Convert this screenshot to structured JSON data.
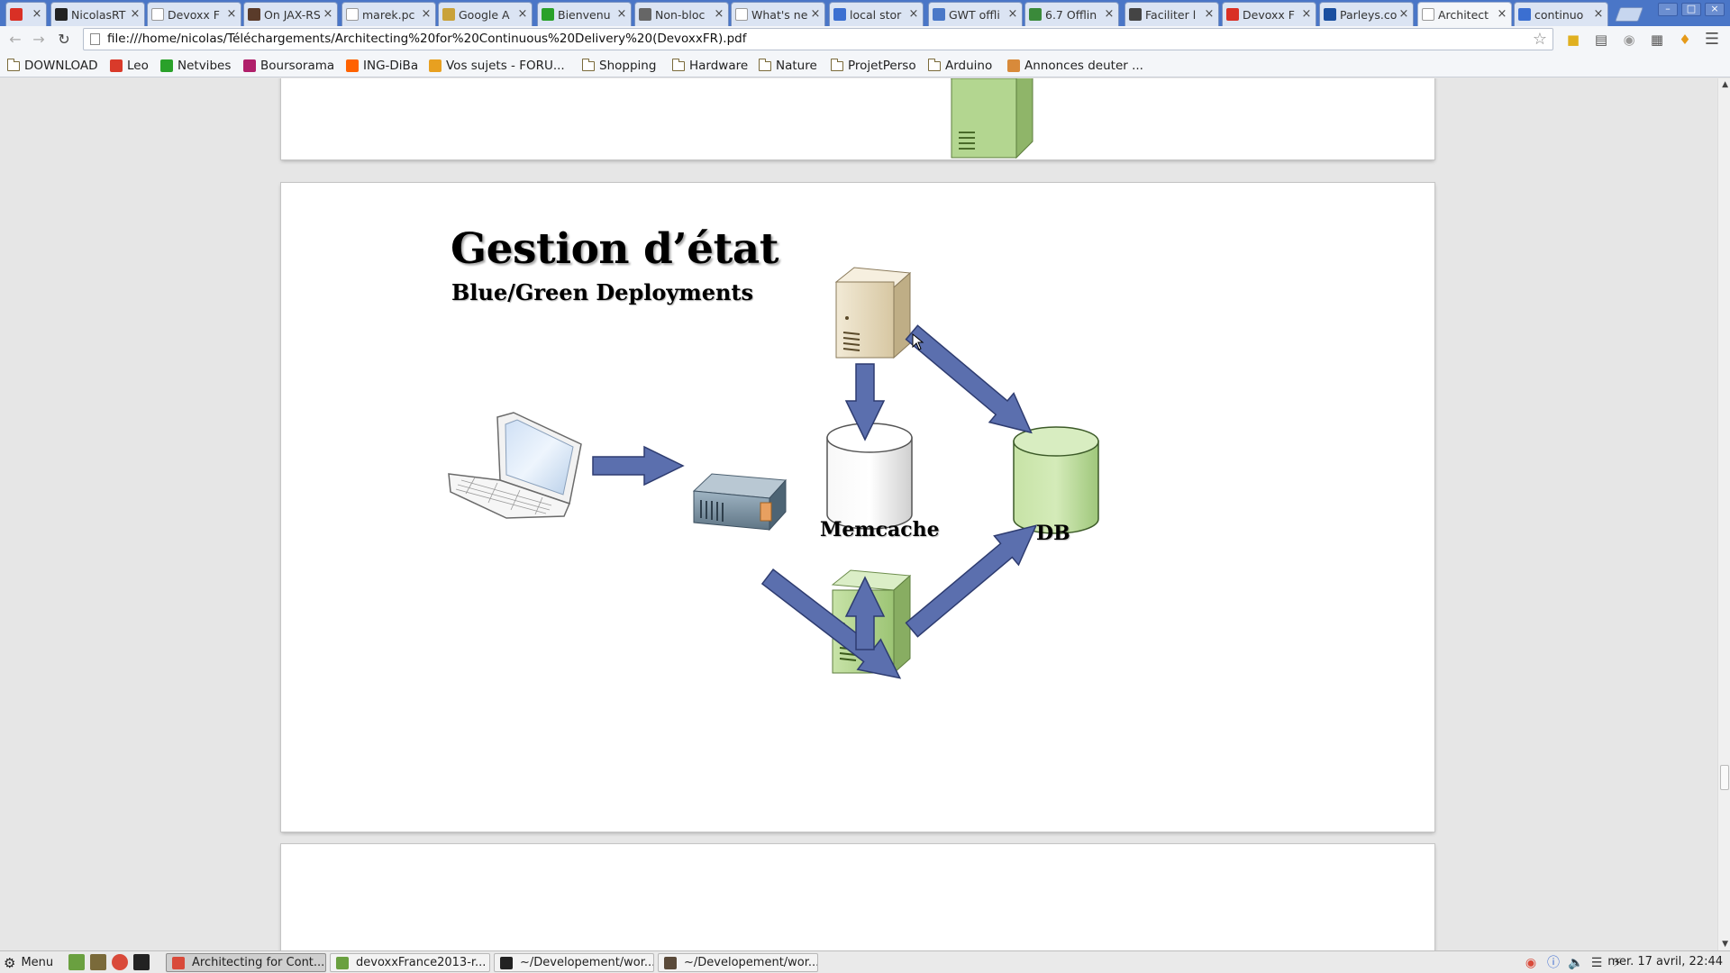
{
  "browser": {
    "tabs": [
      {
        "title": "",
        "icon": "gmail-icon",
        "color": "#d93025"
      },
      {
        "title": "NicolasRT",
        "icon": "github-icon",
        "color": "#222222"
      },
      {
        "title": "Devoxx F",
        "icon": "page-icon",
        "color": "#ffffff"
      },
      {
        "title": "On JAX-RS",
        "icon": "avatar-icon",
        "color": "#5a3b2a"
      },
      {
        "title": "marek.pc",
        "icon": "page-icon",
        "color": "#ffffff"
      },
      {
        "title": "Google A",
        "icon": "google-apps-icon",
        "color": "#c9a23a"
      },
      {
        "title": "Bienvenu",
        "icon": "netvibes-icon",
        "color": "#2aa12a"
      },
      {
        "title": "Non-bloc",
        "icon": "link-icon",
        "color": "#666666"
      },
      {
        "title": "What's ne",
        "icon": "page-icon",
        "color": "#ffffff"
      },
      {
        "title": "local stor",
        "icon": "google-icon",
        "color": "#3b6fd1"
      },
      {
        "title": "GWT offli",
        "icon": "gwt-icon",
        "color": "#4a78c8"
      },
      {
        "title": "6.7 Offlin",
        "icon": "help-icon",
        "color": "#3a8a3a"
      },
      {
        "title": "Faciliter l",
        "icon": "github-icon",
        "color": "#444444"
      },
      {
        "title": "Devoxx F",
        "icon": "pdf-icon",
        "color": "#d93025"
      },
      {
        "title": "Parleys.co",
        "icon": "parleys-icon",
        "color": "#1a4fa0"
      },
      {
        "title": "Architect",
        "icon": "page-icon",
        "color": "#ffffff",
        "active": true
      },
      {
        "title": "continuo",
        "icon": "google-icon",
        "color": "#3b6fd1"
      }
    ],
    "url": "file:///home/nicolas/Téléchargements/Architecting%20for%20Continuous%20Delivery%20(DevoxxFR).pdf",
    "bookmarks": [
      {
        "label": "DOWNLOAD",
        "icon": "folder-icon"
      },
      {
        "label": "Leo",
        "icon": "leo-icon",
        "color": "#d93a2a"
      },
      {
        "label": "Netvibes",
        "icon": "netvibes-icon",
        "color": "#2aa12a"
      },
      {
        "label": "Boursorama",
        "icon": "boursorama-icon",
        "color": "#b01f6a"
      },
      {
        "label": "ING-DiBa",
        "icon": "ing-icon",
        "color": "#ff6200"
      },
      {
        "label": "Vos sujets - FORU...",
        "icon": "forum-icon",
        "color": "#e8a020"
      },
      {
        "label": "Shopping",
        "icon": "folder-icon"
      },
      {
        "label": "Hardware",
        "icon": "folder-icon"
      },
      {
        "label": "Nature",
        "icon": "folder-icon"
      },
      {
        "label": "ProjetPerso",
        "icon": "folder-icon"
      },
      {
        "label": "Arduino",
        "icon": "folder-icon"
      },
      {
        "label": "Annonces deuter ...",
        "icon": "annonces-icon",
        "color": "#d88a3a"
      }
    ]
  },
  "slide": {
    "title": "Gestion d’état",
    "subtitle": "Blue/Green Deployments",
    "labels": {
      "memcache": "Memcache",
      "db": "DB"
    }
  },
  "taskbar": {
    "menu_label": "Menu",
    "tasks": [
      {
        "label": "Architecting for Cont...",
        "icon": "chrome-icon",
        "active": true
      },
      {
        "label": "devoxxFrance2013-r...",
        "icon": "document-icon"
      },
      {
        "label": "~/Developement/wor...",
        "icon": "terminal-icon"
      },
      {
        "label": "~/Developement/wor...",
        "icon": "editor-icon"
      }
    ],
    "clock": "mer. 17 avril, 22:44"
  },
  "colors": {
    "arrow_fill": "#5b6fae",
    "arrow_stroke": "#2e3c70",
    "db_green": "#b9d99a",
    "server_green": "#a9cd85",
    "server_beige": "#e6d8b8",
    "tab_strip": "#4a76c7"
  }
}
